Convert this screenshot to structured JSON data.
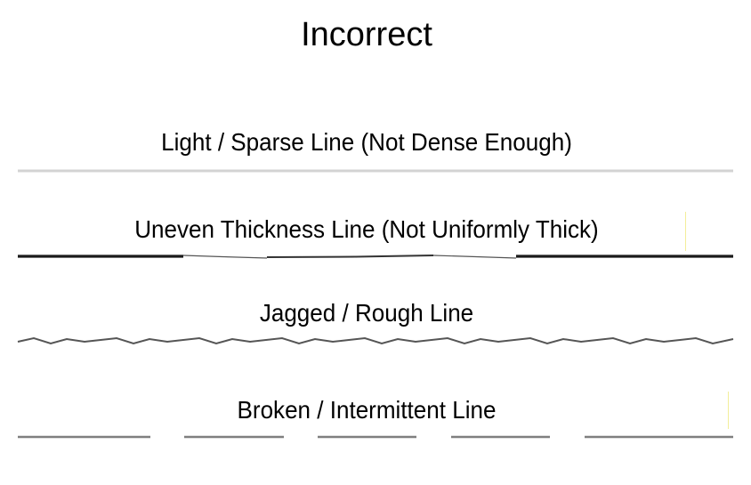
{
  "title": "Incorrect",
  "examples": [
    {
      "label": "Light / Sparse Line (Not Dense Enough)",
      "style": "light",
      "color": "#d3d3d3"
    },
    {
      "label": "Uneven Thickness Line (Not Uniformly Thick)",
      "style": "uneven",
      "color": "#1a1a1a"
    },
    {
      "label": "Jagged / Rough Line",
      "style": "jagged",
      "color": "#555555"
    },
    {
      "label": "Broken / Intermittent Line",
      "style": "broken",
      "color": "#7f7f7f"
    }
  ]
}
